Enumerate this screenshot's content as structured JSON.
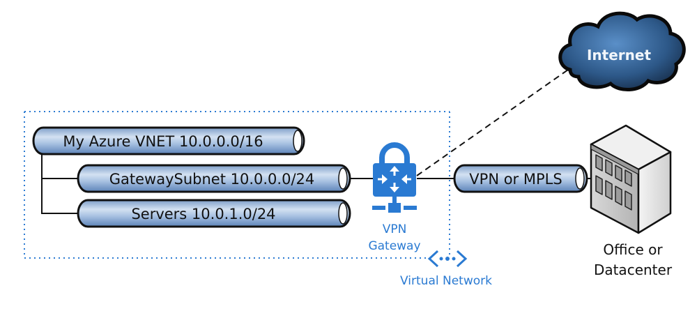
{
  "diagram": {
    "vnet": {
      "label": "My Azure VNET 10.0.0.0/16"
    },
    "subnets": [
      {
        "label": "GatewaySubnet 10.0.0.0/24"
      },
      {
        "label": "Servers 10.0.1.0/24"
      }
    ],
    "gateway": {
      "label_line1": "VPN",
      "label_line2": "Gateway",
      "icon": "vpn-gateway-lock-icon"
    },
    "virtual_network": {
      "label": "Virtual Network",
      "icon": "virtual-network-icon"
    },
    "connection": {
      "label": "VPN or MPLS"
    },
    "internet": {
      "label": "Internet",
      "icon": "cloud-icon"
    },
    "office": {
      "label_line1": "Office or",
      "label_line2": "Datacenter",
      "icon": "building-icon"
    },
    "colors": {
      "accent_blue": "#2a7ad2",
      "pipe_fill_light": "#c9d9ee",
      "pipe_fill_dark": "#6f94c4",
      "outline": "#111111"
    }
  }
}
